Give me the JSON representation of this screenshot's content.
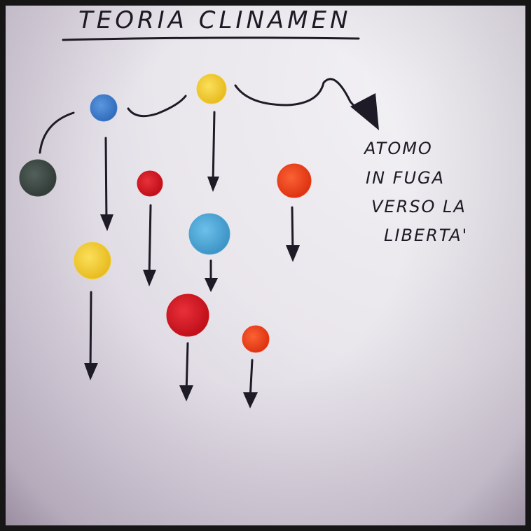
{
  "title": "TEORIA CLINAMEN",
  "annotation": {
    "lines": [
      "ATOMO",
      "IN FUGA",
      "VERSO LA",
      "LIBERTA'"
    ]
  },
  "colors": {
    "ink": "#1e1b26",
    "dark_green": "#3d4a44",
    "blue": "#3f7fcf",
    "light_blue": "#4aa6d6",
    "yellow": "#f1cd2a",
    "red": "#d3151e",
    "orange": "#ee3f1a"
  },
  "atoms": [
    {
      "color": "dark_green"
    },
    {
      "color": "blue"
    },
    {
      "color": "yellow"
    },
    {
      "color": "red"
    },
    {
      "color": "orange"
    },
    {
      "color": "light_blue"
    },
    {
      "color": "yellow"
    },
    {
      "color": "red"
    },
    {
      "color": "orange"
    }
  ]
}
